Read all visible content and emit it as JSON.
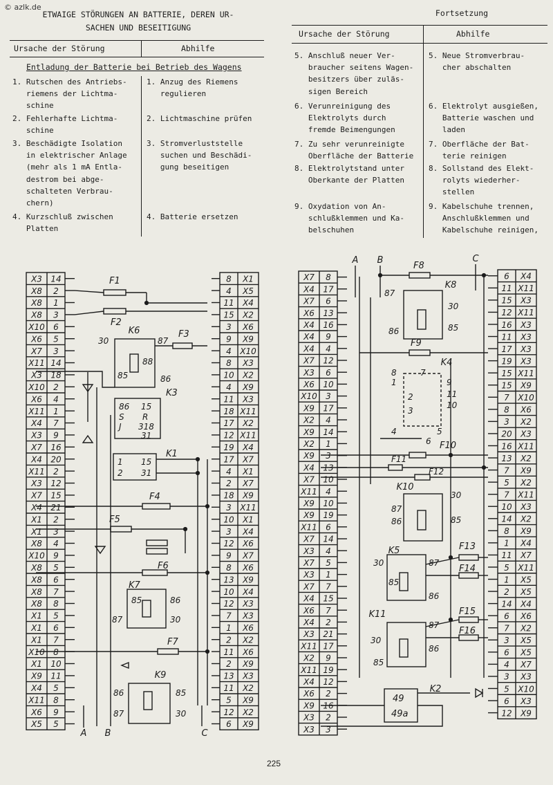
{
  "watermark": "© azlk.de",
  "page_number": "225",
  "left_table": {
    "title_line1": "ETWAIGE STÖRUNGEN AN BATTERIE, DEREN UR-",
    "title_line2": "SACHEN UND BESEITIGUNG",
    "col_cause": "Ursache der Störung",
    "col_remedy": "Abhilfe",
    "subheading": "Entladung der Batterie bei Betrieb des Wagens",
    "rows": [
      {
        "cause": [
          "1. Rutschen des Antriebs-",
          "   riemens der Lichtma-",
          "   schine"
        ],
        "remedy": [
          "1. Anzug des Riemens",
          "   regulieren"
        ]
      },
      {
        "cause": [
          "2. Fehlerhafte Lichtma-",
          "   schine"
        ],
        "remedy": [
          "2. Lichtmaschine prüfen"
        ]
      },
      {
        "cause": [
          "3. Beschädigte Isolation",
          "   in elektrischer Anlage",
          "   (mehr als 1 mA Entla-",
          "   destrom bei abge-",
          "   schalteten Verbrau-",
          "   chern)"
        ],
        "remedy": [
          "3. Stromverluststelle",
          "   suchen und Beschädi-",
          "   gung beseitigen"
        ]
      },
      {
        "cause": [
          "4. Kurzschluß zwischen",
          "   Platten"
        ],
        "remedy": [
          "4. Batterie ersetzen"
        ]
      }
    ]
  },
  "right_table": {
    "continuation": "Fortsetzung",
    "col_cause": "Ursache der Störung",
    "col_remedy": "Abhilfe",
    "rows": [
      {
        "cause": [
          "5. Anschluß neuer Ver-",
          "   braucher seitens Wagen-",
          "   besitzers über zuläs-",
          "   sigen Bereich"
        ],
        "remedy": [
          "5. Neue Stromverbrau-",
          "   cher abschalten"
        ]
      },
      {
        "cause": [
          "6. Verunreinigung des",
          "   Elektrolyts durch",
          "   fremde Beimengungen"
        ],
        "remedy": [
          "6. Elektrolyt ausgießen,",
          "   Batterie waschen und",
          "   laden"
        ]
      },
      {
        "cause": [
          "7. Zu sehr verunreinigte",
          "   Oberfläche der Batterie"
        ],
        "remedy": [
          "7. Oberfläche der Bat-",
          "   terie reinigen"
        ]
      },
      {
        "cause": [
          "8. Elektrolytstand unter",
          "   Oberkante der Platten"
        ],
        "remedy": [
          "8. Sollstand des Elekt-",
          "   rolyts wiederher-",
          "   stellen"
        ]
      },
      {
        "cause": [
          "9. Oxydation von An-",
          "   schlußklemmen und Ka-",
          "   belschuhen"
        ],
        "remedy": [
          "9. Kabelschuhe trennen,",
          "   Anschlußklemmen und",
          "   Kabelschuhe reinigen,"
        ]
      }
    ]
  },
  "diagram_left": {
    "left_column": [
      [
        "X3",
        "14"
      ],
      [
        "X8",
        "2"
      ],
      [
        "X8",
        "1"
      ],
      [
        "X8",
        "3"
      ],
      [
        "X10",
        "6"
      ],
      [
        "X6",
        "5"
      ],
      [
        "X7",
        "3"
      ],
      [
        "X11",
        "14"
      ],
      [
        "X3",
        "18"
      ],
      [
        "X10",
        "2"
      ],
      [
        "X6",
        "4"
      ],
      [
        "X11",
        "1"
      ],
      [
        "X4",
        "7"
      ],
      [
        "X3",
        "9"
      ],
      [
        "X7",
        "16"
      ],
      [
        "X4",
        "20"
      ],
      [
        "X11",
        "2"
      ],
      [
        "X3",
        "12"
      ],
      [
        "X7",
        "15"
      ],
      [
        "X4",
        "21"
      ],
      [
        "X1",
        "2"
      ],
      [
        "X1",
        "3"
      ],
      [
        "X8",
        "4"
      ],
      [
        "X10",
        "9"
      ],
      [
        "X8",
        "5"
      ],
      [
        "X8",
        "6"
      ],
      [
        "X8",
        "7"
      ],
      [
        "X8",
        "8"
      ],
      [
        "X1",
        "5"
      ],
      [
        "X1",
        "6"
      ],
      [
        "X1",
        "7"
      ],
      [
        "X10",
        "8"
      ],
      [
        "X1",
        "10"
      ],
      [
        "X9",
        "11"
      ],
      [
        "X4",
        "5"
      ],
      [
        "X11",
        "8"
      ],
      [
        "X6",
        "9"
      ],
      [
        "X5",
        "5"
      ]
    ],
    "right_column": [
      [
        "8",
        "X1"
      ],
      [
        "4",
        "X5"
      ],
      [
        "11",
        "X4"
      ],
      [
        "15",
        "X2"
      ],
      [
        "3",
        "X6"
      ],
      [
        "9",
        "X9"
      ],
      [
        "4",
        "X10"
      ],
      [
        "8",
        "X3"
      ],
      [
        "10",
        "X2"
      ],
      [
        "4",
        "X9"
      ],
      [
        "11",
        "X3"
      ],
      [
        "18",
        "X11"
      ],
      [
        "17",
        "X2"
      ],
      [
        "12",
        "X11"
      ],
      [
        "19",
        "X4"
      ],
      [
        "17",
        "X7"
      ],
      [
        "4",
        "X1"
      ],
      [
        "2",
        "X7"
      ],
      [
        "18",
        "X9"
      ],
      [
        "3",
        "X11"
      ],
      [
        "10",
        "X1"
      ],
      [
        "3",
        "X4"
      ],
      [
        "12",
        "X6"
      ],
      [
        "9",
        "X7"
      ],
      [
        "8",
        "X6"
      ],
      [
        "13",
        "X9"
      ],
      [
        "10",
        "X4"
      ],
      [
        "12",
        "X3"
      ],
      [
        "7",
        "X3"
      ],
      [
        "1",
        "X6"
      ],
      [
        "2",
        "X2"
      ],
      [
        "11",
        "X6"
      ],
      [
        "2",
        "X9"
      ],
      [
        "13",
        "X3"
      ],
      [
        "11",
        "X2"
      ],
      [
        "5",
        "X9"
      ],
      [
        "12",
        "X2"
      ],
      [
        "6",
        "X9"
      ]
    ],
    "labels": {
      "F1": "F1",
      "F2": "F2",
      "F3": "F3",
      "F4": "F4",
      "F5": "F5",
      "F6": "F6",
      "F7": "F7",
      "K6": "K6",
      "K3": "K3",
      "K1": "K1",
      "K7": "K7",
      "K9": "K9",
      "A": "A",
      "B": "B",
      "C": "C"
    },
    "relay_terms": {
      "k6_30": "30",
      "k6_87": "87",
      "k6_88": "88",
      "k6_85": "85",
      "k6_86": "86",
      "k3_86": "86",
      "k3_15": "15",
      "k3_s": "S",
      "k3_r": "R",
      "k3_j": "J",
      "k3_318": "318",
      "k3_31": "31",
      "k1_1": "1",
      "k1_15": "15",
      "k1_2": "2",
      "k1_31": "31",
      "k7_85": "85",
      "k7_86": "86",
      "k7_87": "87",
      "k7_30": "30",
      "k9_86": "86",
      "k9_85": "85",
      "k9_87": "87",
      "k9_30": "30"
    }
  },
  "diagram_right": {
    "left_column": [
      [
        "X7",
        "8"
      ],
      [
        "X4",
        "17"
      ],
      [
        "X7",
        "6"
      ],
      [
        "X6",
        "13"
      ],
      [
        "X4",
        "16"
      ],
      [
        "X4",
        "9"
      ],
      [
        "X4",
        "4"
      ],
      [
        "X7",
        "12"
      ],
      [
        "X3",
        "6"
      ],
      [
        "X6",
        "10"
      ],
      [
        "X10",
        "3"
      ],
      [
        "X9",
        "17"
      ],
      [
        "X2",
        "4"
      ],
      [
        "X9",
        "14"
      ],
      [
        "X2",
        "1"
      ],
      [
        "X9",
        "3"
      ],
      [
        "X4",
        "13"
      ],
      [
        "X7",
        "10"
      ],
      [
        "X11",
        "4"
      ],
      [
        "X9",
        "10"
      ],
      [
        "X9",
        "19"
      ],
      [
        "X11",
        "6"
      ],
      [
        "X7",
        "14"
      ],
      [
        "X3",
        "4"
      ],
      [
        "X7",
        "5"
      ],
      [
        "X3",
        "1"
      ],
      [
        "X7",
        "7"
      ],
      [
        "X4",
        "15"
      ],
      [
        "X6",
        "7"
      ],
      [
        "X4",
        "2"
      ],
      [
        "X3",
        "21"
      ],
      [
        "X11",
        "17"
      ],
      [
        "X2",
        "9"
      ],
      [
        "X11",
        "19"
      ],
      [
        "X4",
        "12"
      ],
      [
        "X6",
        "2"
      ],
      [
        "X9",
        "16"
      ],
      [
        "X3",
        "2"
      ],
      [
        "X3",
        "3"
      ]
    ],
    "right_column": [
      [
        "6",
        "X4"
      ],
      [
        "11",
        "X11"
      ],
      [
        "15",
        "X3"
      ],
      [
        "12",
        "X11"
      ],
      [
        "16",
        "X3"
      ],
      [
        "11",
        "X3"
      ],
      [
        "17",
        "X3"
      ],
      [
        "19",
        "X3"
      ],
      [
        "15",
        "X11"
      ],
      [
        "15",
        "X9"
      ],
      [
        "7",
        "X10"
      ],
      [
        "8",
        "X6"
      ],
      [
        "3",
        "X2"
      ],
      [
        "20",
        "X3"
      ],
      [
        "16",
        "X11"
      ],
      [
        "13",
        "X2"
      ],
      [
        "7",
        "X9"
      ],
      [
        "5",
        "X2"
      ],
      [
        "7",
        "X11"
      ],
      [
        "10",
        "X3"
      ],
      [
        "14",
        "X2"
      ],
      [
        "8",
        "X9"
      ],
      [
        "1",
        "X4"
      ],
      [
        "11",
        "X7"
      ],
      [
        "5",
        "X11"
      ],
      [
        "1",
        "X5"
      ],
      [
        "2",
        "X5"
      ],
      [
        "14",
        "X4"
      ],
      [
        "6",
        "X6"
      ],
      [
        "7",
        "X2"
      ],
      [
        "3",
        "X5"
      ],
      [
        "6",
        "X5"
      ],
      [
        "4",
        "X7"
      ],
      [
        "3",
        "X3"
      ],
      [
        "5",
        "X10"
      ],
      [
        "6",
        "X3"
      ],
      [
        "12",
        "X9"
      ]
    ],
    "labels": {
      "F8": "F8",
      "F9": "F9",
      "F10": "F10",
      "F11": "F11",
      "F12": "F12",
      "F13": "F13",
      "F14": "F14",
      "F15": "F15",
      "F16": "F16",
      "K8": "K8",
      "K4": "K4",
      "K10": "K10",
      "K5": "K5",
      "K11": "K11",
      "K2": "K2",
      "A": "A",
      "B": "B",
      "C": "C"
    },
    "relay_terms": {
      "k8_87": "87",
      "k8_30": "30",
      "k8_86": "86",
      "k8_85": "85",
      "k4_8": "8",
      "k4_7": "7",
      "k4_1": "1",
      "k4_9": "9",
      "k4_2": "2",
      "k4_11": "11",
      "k4_3": "3",
      "k4_10": "10",
      "k4_4": "4",
      "k4_5": "5",
      "k4_6": "6",
      "k10_87": "87",
      "k10_30": "30",
      "k10_86": "86",
      "k10_85": "85",
      "k5_30": "30",
      "k5_87": "87",
      "k5_85": "85",
      "k5_86": "86",
      "k11_87": "87",
      "k11_30": "30",
      "k11_86": "86",
      "k11_85": "85",
      "k2_49": "49",
      "k2_49a": "49a"
    }
  }
}
